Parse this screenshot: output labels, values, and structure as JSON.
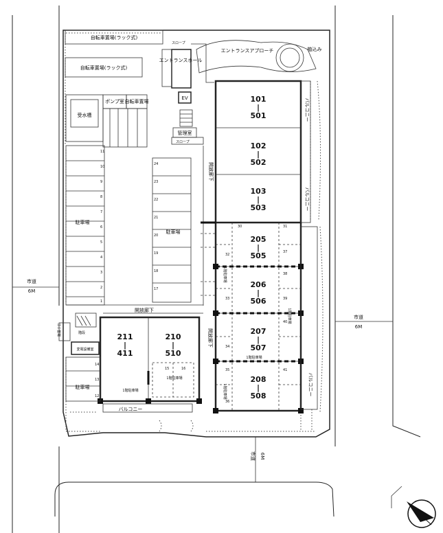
{
  "units": {
    "u101_top": "101",
    "u101_bot": "501",
    "u102_top": "102",
    "u102_bot": "502",
    "u103_top": "103",
    "u103_bot": "503",
    "u205_top": "205",
    "u205_bot": "505",
    "u206_top": "206",
    "u206_bot": "506",
    "u207_top": "207",
    "u207_bot": "507",
    "u208_top": "208",
    "u208_bot": "508",
    "u211_top": "211",
    "u211_bot": "411",
    "u210_top": "210",
    "u210_bot": "510"
  },
  "labels": {
    "bike_rack_1": "自転車置場(ラック式)",
    "bike_rack_2": "自転車置場(ラック式)",
    "water_tank": "受水槽",
    "pump_room": "ポンプ室",
    "bike_parking": "自転車置場",
    "entrance_hall": "エントランスホール",
    "entrance_approach": "エントランスアプローチ",
    "planting": "植込み",
    "ev": "EV",
    "management_room": "管理室",
    "slope_top": "スロープ",
    "slope_mid": "スロープ",
    "balcony_right_1": "バルコニー",
    "balcony_right_2": "バルコニー",
    "balcony_right_3": "バルコニー",
    "balcony_bottom": "バルコニー",
    "open_corridor_v1": "開放廊下",
    "open_corridor_h": "開放廊下",
    "open_corridor_v2": "開放廊下",
    "parking_left": "駐車場",
    "parking_center": "駐車場",
    "parking_bottom": "駐車場",
    "parking_b1": "1階駐車場",
    "parking_b2": "1階駐車場",
    "parking_b3": "1階駐車場",
    "parking_b4": "1階駐車場",
    "parking_b5": "1階駐車場",
    "parking_b6": "1階駐車場",
    "garbage": "ゴミ置場",
    "electric_room": "変電設備室",
    "stairs_label": "階段"
  },
  "roads": {
    "west_name": "市道",
    "west_width": "6M",
    "east_name": "市道",
    "east_width": "6M",
    "south_name": "市道",
    "south_width": "6M"
  },
  "parking_numbers": {
    "left": [
      "1",
      "2",
      "3",
      "4",
      "5",
      "6",
      "7",
      "8",
      "9",
      "10",
      "11"
    ],
    "center": [
      "17",
      "18",
      "19",
      "20",
      "21",
      "22",
      "23",
      "24"
    ],
    "bottom": [
      "12",
      "13",
      "14"
    ],
    "bay_top_a": [
      "30",
      "31"
    ],
    "bay_left": [
      "32",
      "33",
      "34",
      "35",
      "36"
    ],
    "bay_right": [
      "37",
      "38",
      "39",
      "40",
      "41"
    ],
    "lobby": [
      "15",
      "16"
    ]
  },
  "compass": {
    "icon": "north-arrow-icon"
  }
}
